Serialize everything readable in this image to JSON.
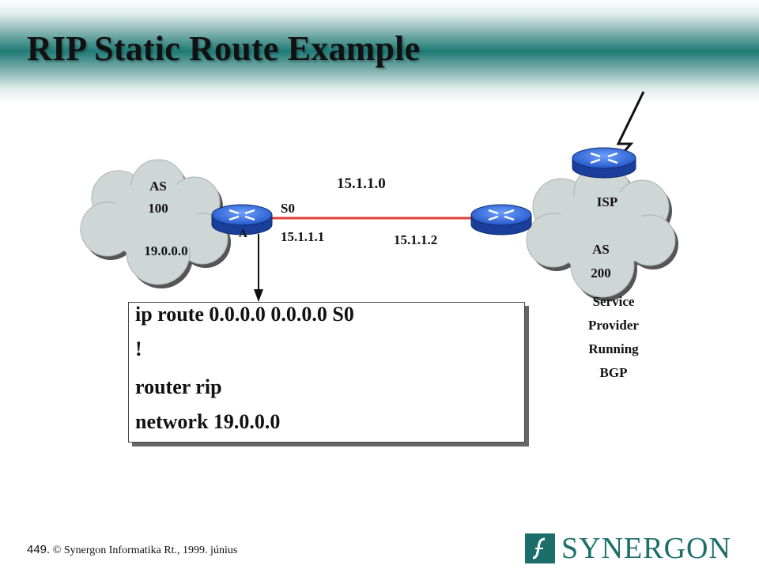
{
  "title": "RIP Static Route Example",
  "as100": {
    "label_line1": "AS",
    "label_line2": "100",
    "network": "19.0.0.0"
  },
  "router_a": {
    "label": "A"
  },
  "link": {
    "network": "15.1.1.0",
    "interface": "S0",
    "ip_left": "15.1.1.1",
    "ip_right": "15.1.1.2"
  },
  "isp": {
    "label": "ISP",
    "as_line1": "AS",
    "as_line2": "200",
    "desc": [
      "Service",
      "Provider",
      "Running",
      "BGP"
    ]
  },
  "config": {
    "lines": [
      "ip route 0.0.0.0 0.0.0.0 S0",
      "!",
      "router rip",
      "network 19.0.0.0"
    ]
  },
  "footer": {
    "page": "449.",
    "copyright": "© Synergon Informatika Rt., 1999. június"
  },
  "logo": {
    "text": "SYNERGON"
  },
  "colors": {
    "header_band": "#1f7b77",
    "cloud": "#cfd7d6",
    "router": "#2f6fd8",
    "link": "#e0403a",
    "logo": "#1c6e6b"
  }
}
